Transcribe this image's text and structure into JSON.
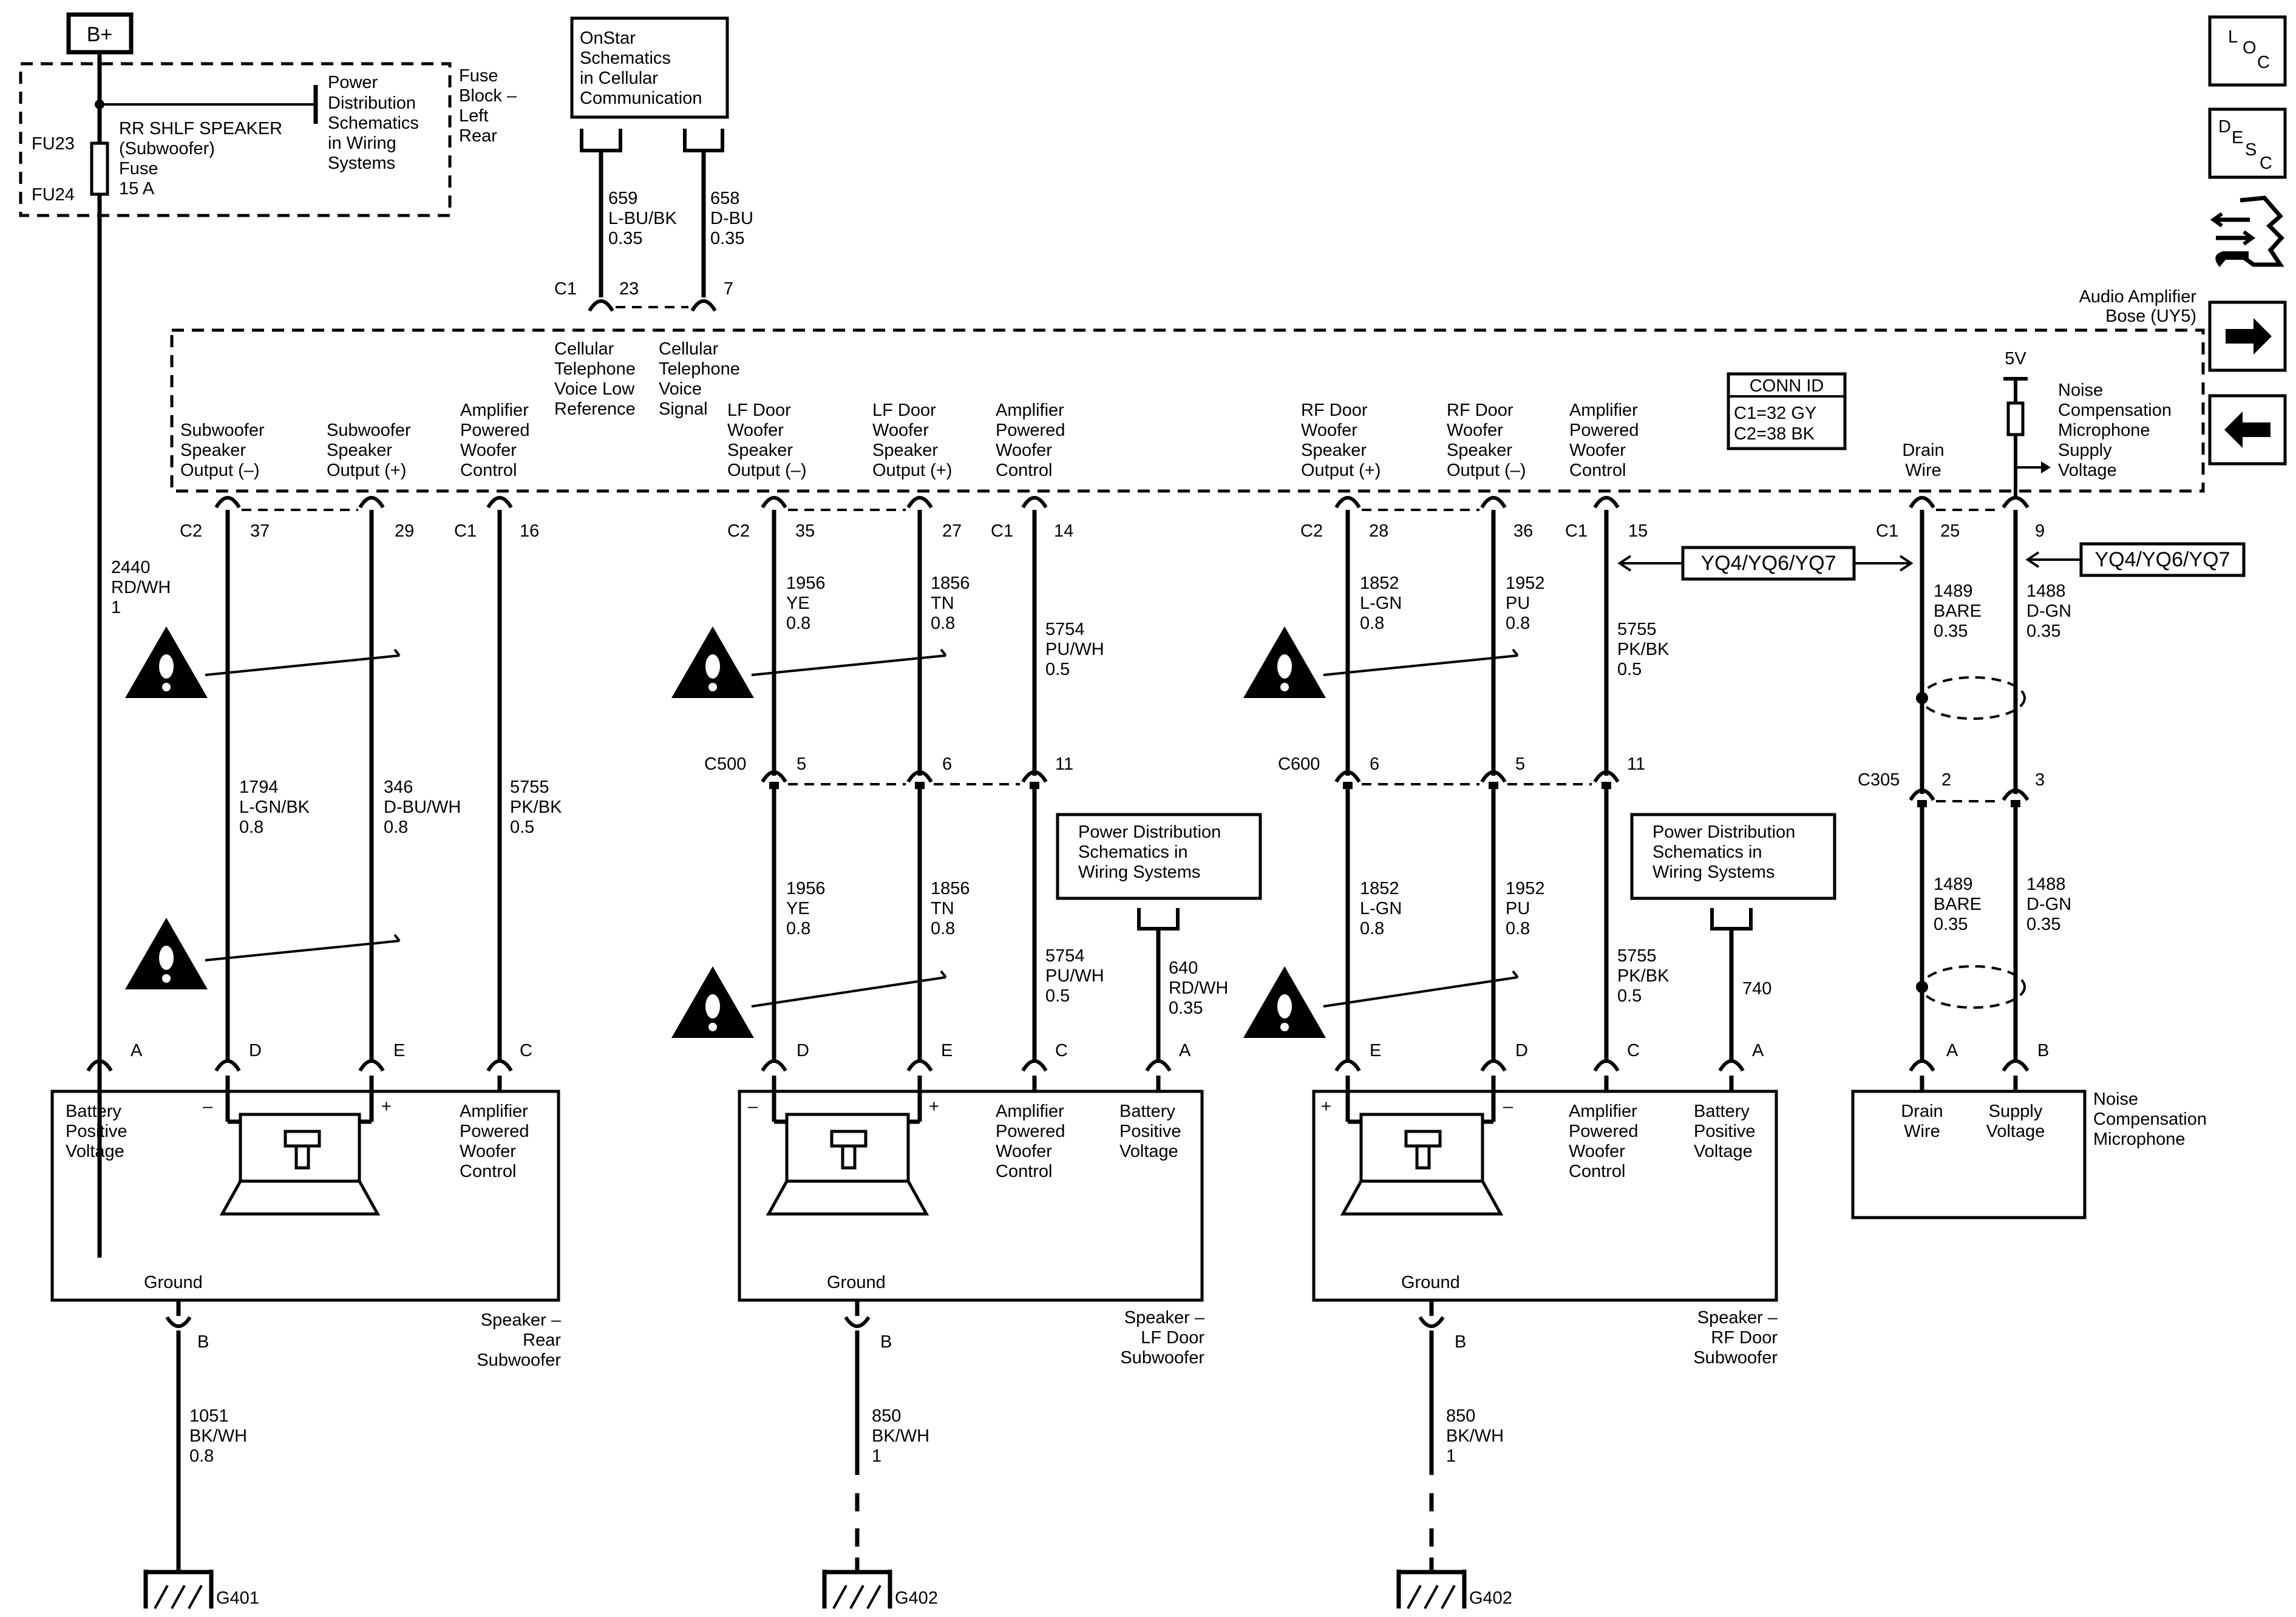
{
  "power_source": "B+",
  "fuse_block": {
    "title_lines": [
      "Fuse",
      "Block –",
      "Left",
      "Rear"
    ],
    "fuse_ids": [
      "FU23",
      "FU24"
    ],
    "fuse_lines": [
      "RR SHLF SPEAKER",
      "(Subwoofer)",
      "Fuse",
      "15 A"
    ],
    "ref_lines": [
      "Power",
      "Distribution",
      "Schematics",
      "in Wiring",
      "Systems"
    ]
  },
  "onstar_ref": [
    "OnStar",
    "Schematics",
    "in Cellular",
    "Communication"
  ],
  "amplifier": {
    "title_lines": [
      "Audio Amplifier",
      "Bose (UY5)"
    ],
    "conn_id": {
      "title": "CONN ID",
      "c1": "C1=32 GY",
      "c2": "C2=38 BK"
    },
    "supply_label": "5V",
    "pins": {
      "cell_low": {
        "lines": [
          "Cellular",
          "Telephone",
          "Voice Low",
          "Reference"
        ],
        "conn": "C1",
        "pin": "23"
      },
      "cell_sig": {
        "lines": [
          "Cellular",
          "Telephone",
          "Voice",
          "Signal"
        ],
        "pin": "7"
      },
      "sub_neg": {
        "lines": [
          "Subwoofer",
          "Speaker",
          "Output (–)"
        ],
        "conn": "C2",
        "pin": "37"
      },
      "sub_pos": {
        "lines": [
          "Subwoofer",
          "Speaker",
          "Output (+)"
        ],
        "pin": "29"
      },
      "sub_ctl": {
        "lines": [
          "Amplifier",
          "Powered",
          "Woofer",
          "Control"
        ],
        "conn": "C1",
        "pin": "16"
      },
      "lf_neg": {
        "lines": [
          "LF Door",
          "Woofer",
          "Speaker",
          "Output (–)"
        ],
        "conn": "C2",
        "pin": "35"
      },
      "lf_pos": {
        "lines": [
          "LF Door",
          "Woofer",
          "Speaker",
          "Output (+)"
        ],
        "pin": "27"
      },
      "lf_ctl": {
        "lines": [
          "Amplifier",
          "Powered",
          "Woofer",
          "Control"
        ],
        "conn": "C1",
        "pin": "14"
      },
      "rf_pos": {
        "lines": [
          "RF Door",
          "Woofer",
          "Speaker",
          "Output (+)"
        ],
        "conn": "C2",
        "pin": "28"
      },
      "rf_neg": {
        "lines": [
          "RF Door",
          "Woofer",
          "Speaker",
          "Output (–)"
        ],
        "pin": "36"
      },
      "rf_ctl": {
        "lines": [
          "Amplifier",
          "Powered",
          "Woofer",
          "Control"
        ],
        "conn": "C1",
        "pin": "15"
      },
      "drain": {
        "lines": [
          "Drain",
          "Wire"
        ],
        "conn": "C1",
        "pin": "25"
      },
      "mic_supply": {
        "lines": [
          "Noise",
          "Compensation",
          "Microphone",
          "Supply",
          "Voltage"
        ],
        "pin": "9"
      }
    }
  },
  "option_tags": [
    "YQ4/YQ6/YQ7",
    "YQ4/YQ6/YQ7"
  ],
  "wires": {
    "w659": [
      "659",
      "L-BU/BK",
      "0.35"
    ],
    "w658": [
      "658",
      "D-BU",
      "0.35"
    ],
    "w2440": [
      "2440",
      "RD/WH",
      "1"
    ],
    "w1794": [
      "1794",
      "L-GN/BK",
      "0.8"
    ],
    "w346": [
      "346",
      "D-BU/WH",
      "0.8"
    ],
    "w5755a": [
      "5755",
      "PK/BK",
      "0.5"
    ],
    "w1956a": [
      "1956",
      "YE",
      "0.8"
    ],
    "w1856a": [
      "1856",
      "TN",
      "0.8"
    ],
    "w5754a": [
      "5754",
      "PU/WH",
      "0.5"
    ],
    "w1956b": [
      "1956",
      "YE",
      "0.8"
    ],
    "w1856b": [
      "1856",
      "TN",
      "0.8"
    ],
    "w5754b": [
      "5754",
      "PU/WH",
      "0.5"
    ],
    "w640": [
      "640",
      "RD/WH",
      "0.35"
    ],
    "w1852a": [
      "1852",
      "L-GN",
      "0.8"
    ],
    "w1952a": [
      "1952",
      "PU",
      "0.8"
    ],
    "w5755b": [
      "5755",
      "PK/BK",
      "0.5"
    ],
    "w1852b": [
      "1852",
      "L-GN",
      "0.8"
    ],
    "w1952b": [
      "1952",
      "PU",
      "0.8"
    ],
    "w5755c": [
      "5755",
      "PK/BK",
      "0.5"
    ],
    "w740": [
      "740"
    ],
    "w1489a": [
      "1489",
      "BARE",
      "0.35"
    ],
    "w1488a": [
      "1488",
      "D-GN",
      "0.35"
    ],
    "w1489b": [
      "1489",
      "BARE",
      "0.35"
    ],
    "w1488b": [
      "1488",
      "D-GN",
      "0.35"
    ],
    "w1051": [
      "1051",
      "BK/WH",
      "0.8"
    ],
    "w850a": [
      "850",
      "BK/WH",
      "1"
    ],
    "w850b": [
      "850",
      "BK/WH",
      "1"
    ]
  },
  "inline_connectors": {
    "c500": {
      "name": "C500",
      "pins": [
        "5",
        "6",
        "11"
      ]
    },
    "c600": {
      "name": "C600",
      "pins": [
        "6",
        "5",
        "11"
      ]
    },
    "c305": {
      "name": "C305",
      "pins": [
        "2",
        "3"
      ]
    }
  },
  "pd_ref_box": [
    "Power Distribution",
    "Schematics in",
    "Wiring Systems"
  ],
  "speakers": {
    "rear": {
      "title": [
        "Speaker –",
        "Rear",
        "Subwoofer"
      ],
      "left_lines": [
        "Battery",
        "Positive",
        "Voltage"
      ],
      "right_lines": [
        "Amplifier",
        "Powered",
        "Woofer",
        "Control"
      ],
      "ground": "Ground",
      "pins": [
        "A",
        "D",
        "E",
        "C"
      ],
      "polarity": [
        "–",
        "+"
      ],
      "ground_pin": "B",
      "ground_id": "G401"
    },
    "lf": {
      "title": [
        "Speaker –",
        "LF Door",
        "Subwoofer"
      ],
      "mid_lines": [
        "Amplifier",
        "Powered",
        "Woofer",
        "Control"
      ],
      "right_lines": [
        "Battery",
        "Positive",
        "Voltage"
      ],
      "ground": "Ground",
      "pins": [
        "D",
        "E",
        "C",
        "A"
      ],
      "polarity": [
        "–",
        "+"
      ],
      "ground_pin": "B",
      "ground_id": "G402"
    },
    "rf": {
      "title": [
        "Speaker –",
        "RF Door",
        "Subwoofer"
      ],
      "mid_lines": [
        "Amplifier",
        "Powered",
        "Woofer",
        "Control"
      ],
      "right_lines": [
        "Battery",
        "Positive",
        "Voltage"
      ],
      "ground": "Ground",
      "pins": [
        "E",
        "D",
        "C",
        "A"
      ],
      "polarity": [
        "+",
        "–"
      ],
      "ground_pin": "B",
      "ground_id": "G402"
    }
  },
  "microphone": {
    "title": [
      "Noise",
      "Compensation",
      "Microphone"
    ],
    "left_lines": [
      "Drain",
      "Wire"
    ],
    "right_lines": [
      "Supply",
      "Voltage"
    ],
    "pins": [
      "A",
      "B"
    ]
  },
  "nav_icons": {
    "loc": [
      "L",
      "O",
      "C"
    ],
    "desc": [
      "D",
      "E",
      "S",
      "C"
    ]
  }
}
